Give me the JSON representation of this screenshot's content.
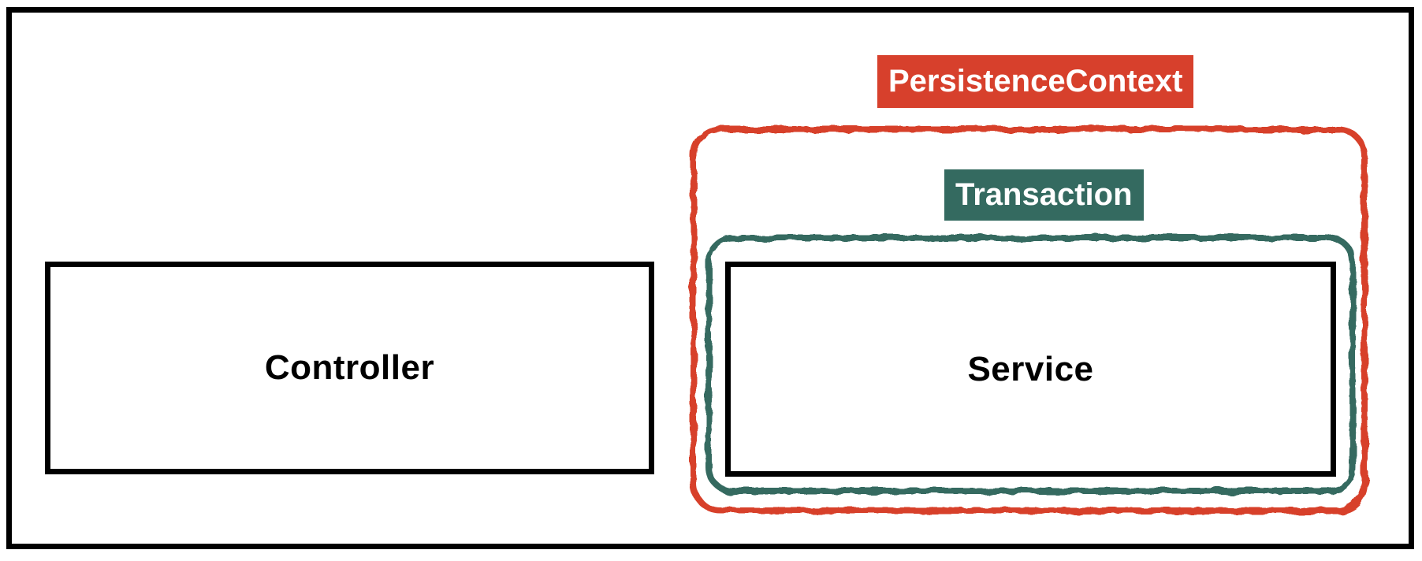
{
  "boxes": {
    "controller": {
      "label": "Controller"
    },
    "service": {
      "label": "Service"
    }
  },
  "regions": {
    "persistence_context": {
      "label": "PersistenceContext",
      "color": "#D7402C"
    },
    "transaction": {
      "label": "Transaction",
      "color": "#346A60"
    }
  },
  "colors": {
    "frame_border": "#000000",
    "box_border": "#000000",
    "background": "#FFFFFF",
    "label_text": "#FFFFFF"
  }
}
